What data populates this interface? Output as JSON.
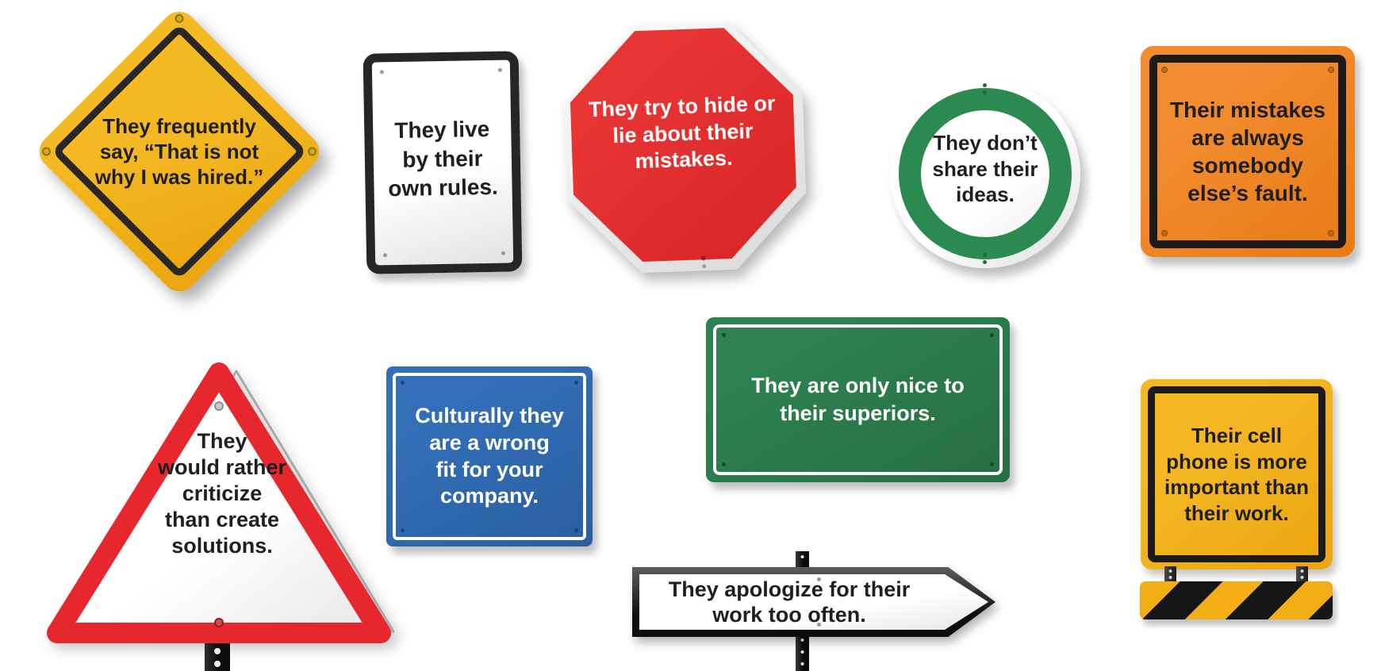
{
  "poster": {
    "background_color": "#ffffff",
    "signs": [
      {
        "shape": "diamond",
        "name": "warning-diamond",
        "color": "#F0B11E",
        "text_color": "#1f1f1f",
        "text": "They frequently\nsay, “That is not\nwhy I was hired.”"
      },
      {
        "shape": "rectangle",
        "name": "regulatory-white",
        "color": "#FFFFFF",
        "text_color": "#1f1f1f",
        "text": "They live\nby their\nown rules."
      },
      {
        "shape": "octagon",
        "name": "stop-sign",
        "color": "#E02A2B",
        "text_color": "#FFFFFF",
        "text": "They try to hide or\nlie about their\nmistakes."
      },
      {
        "shape": "circle",
        "name": "ring-sign",
        "color": "#2A8A4F",
        "text_color": "#1f1f1f",
        "text": "They don’t\nshare their\nideas."
      },
      {
        "shape": "square",
        "name": "construction-orange",
        "color": "#EF8122",
        "text_color": "#1f1f1f",
        "text": "Their mistakes\nare always\nsomebody\nelse’s fault."
      },
      {
        "shape": "triangle",
        "name": "yield-triangle",
        "color": "#E7272E",
        "text_color": "#1f1f1f",
        "text": "They\nwould rather\ncriticize\nthan create\nsolutions."
      },
      {
        "shape": "square",
        "name": "info-blue",
        "color": "#2E6CB4",
        "text_color": "#FFFFFF",
        "text": "Culturally they\nare a wrong\nfit for your\ncompany."
      },
      {
        "shape": "rectangle",
        "name": "highway-green",
        "color": "#2C7A4A",
        "text_color": "#FFFFFF",
        "text": "They are only nice to\ntheir superiors."
      },
      {
        "shape": "arrow",
        "name": "direction-arrow",
        "color": "#FFFFFF",
        "text_color": "#1f1f1f",
        "text": "They apologize for their\nwork too often."
      },
      {
        "shape": "square",
        "name": "roadwork-yellow",
        "color": "#F0B11E",
        "text_color": "#1f1f1f",
        "text": "Their cell\nphone is more\nimportant than\ntheir work."
      }
    ]
  }
}
